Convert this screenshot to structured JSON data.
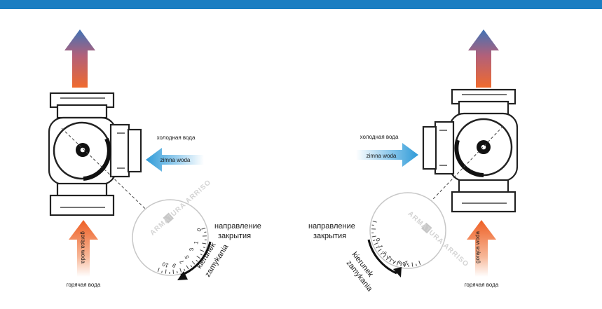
{
  "brand": "ARMATURA ARRISO",
  "left_valve": {
    "cold_ru": "холодная вода",
    "cold_pl": "zimna woda",
    "hot_pl": "gorąca woda",
    "hot_ru": "горячая вода",
    "direction_ru_1": "направление",
    "direction_ru_2": "закрытия",
    "direction_pl_1": "kierunek",
    "direction_pl_2": "zamykania",
    "dial_numbers": [
      "0",
      "1",
      "3",
      "5",
      "7",
      "9",
      "10"
    ]
  },
  "right_valve": {
    "cold_ru": "холодная вода",
    "cold_pl": "zimna woda",
    "hot_pl": "gorąca woda",
    "hot_ru": "горячая вода",
    "direction_ru_1": "направление",
    "direction_ru_2": "закрытия",
    "direction_pl_1": "kierunek",
    "direction_pl_2": "zamykania",
    "dial_numbers": [
      "0",
      "1",
      "3",
      "5",
      "7",
      "9",
      "10"
    ]
  },
  "colors": {
    "header_bar": "#1b7ec2",
    "hot_arrow": "#e8622c",
    "cold_arrow": "#3fa6db",
    "mixed_top": "#4a77b8"
  }
}
